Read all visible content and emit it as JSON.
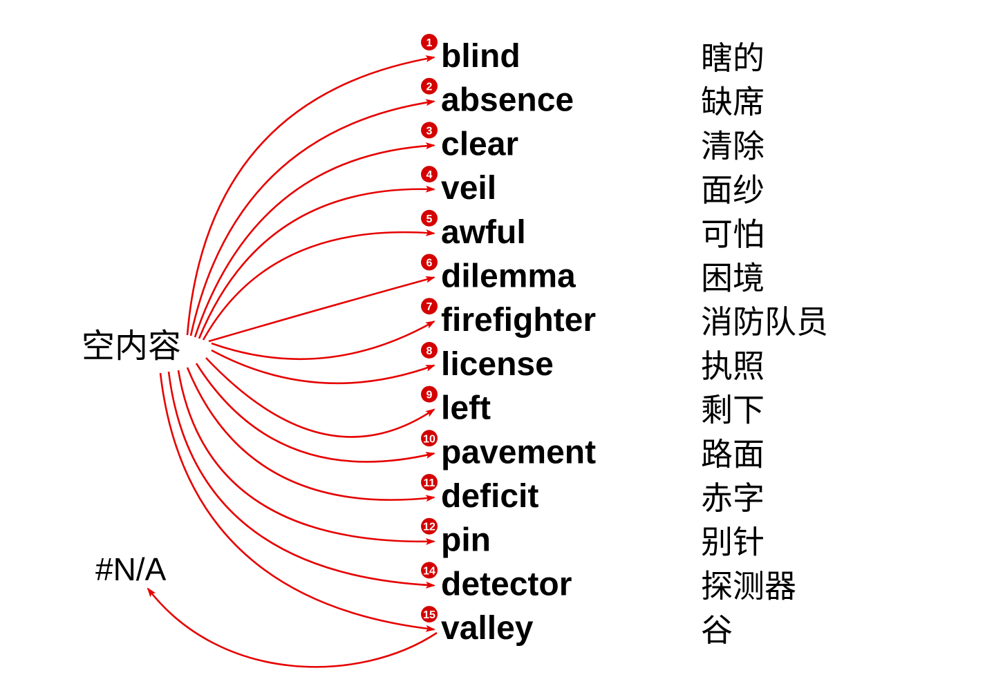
{
  "source": "空内容",
  "na_label": "#N/A",
  "colors": {
    "arrow": "#e60000",
    "badge": "#d40000",
    "text": "#000000"
  },
  "rows": [
    {
      "num": "1",
      "word": "blind",
      "translation": "瞎的"
    },
    {
      "num": "2",
      "word": "absence",
      "translation": "缺席"
    },
    {
      "num": "3",
      "word": "clear",
      "translation": "清除"
    },
    {
      "num": "4",
      "word": "veil",
      "translation": "面纱"
    },
    {
      "num": "5",
      "word": "awful",
      "translation": "可怕"
    },
    {
      "num": "6",
      "word": "dilemma",
      "translation": "困境"
    },
    {
      "num": "7",
      "word": "firefighter",
      "translation": "消防队员"
    },
    {
      "num": "8",
      "word": "license",
      "translation": "执照"
    },
    {
      "num": "9",
      "word": "left",
      "translation": "剩下"
    },
    {
      "num": "10",
      "word": "pavement",
      "translation": "路面"
    },
    {
      "num": "11",
      "word": "deficit",
      "translation": "赤字"
    },
    {
      "num": "12",
      "word": "pin",
      "translation": "别针"
    },
    {
      "num": "14",
      "word": "detector",
      "translation": "探测器"
    },
    {
      "num": "15",
      "word": "valley",
      "translation": "谷"
    }
  ]
}
